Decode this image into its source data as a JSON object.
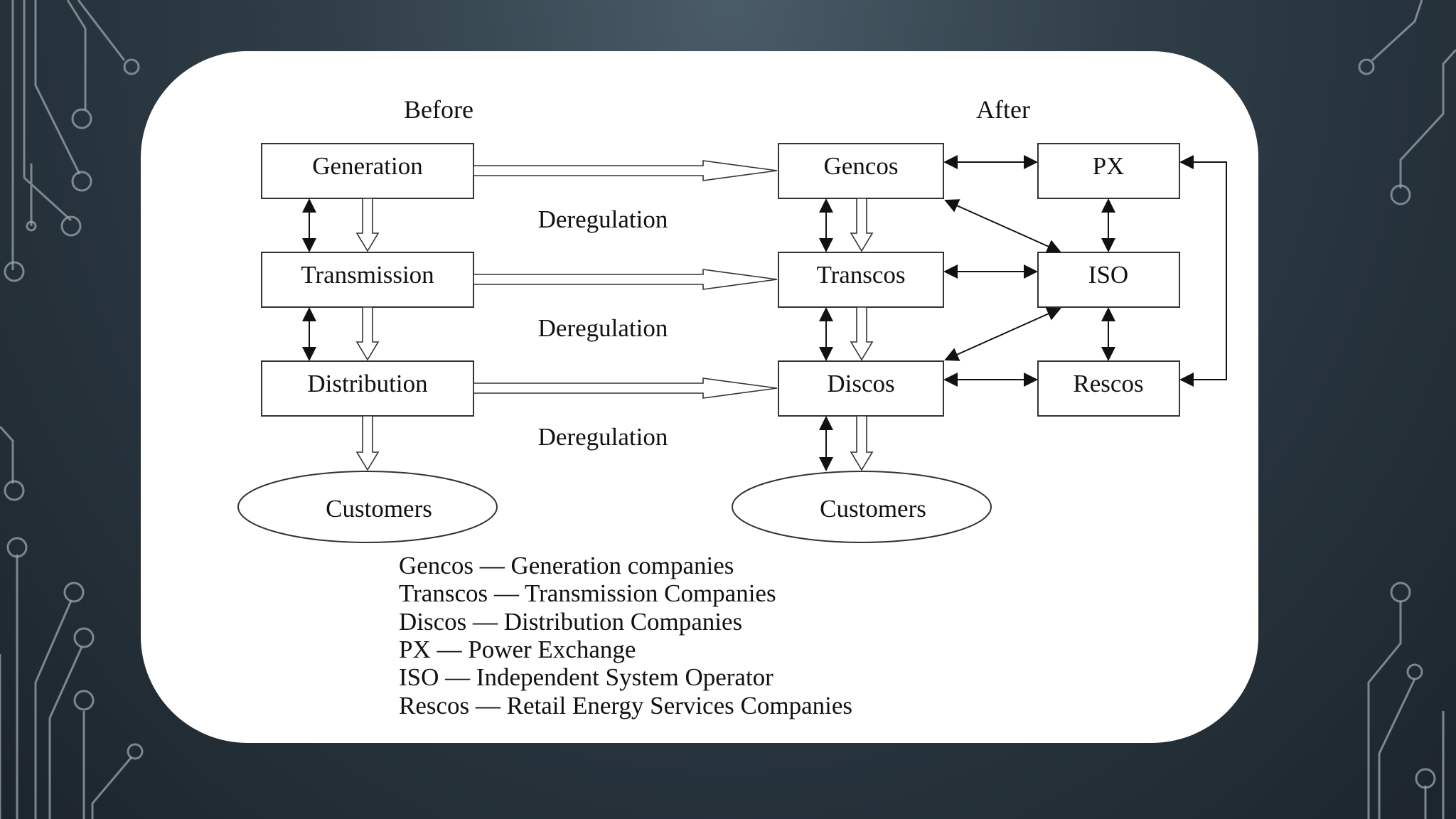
{
  "diagram": {
    "headings": {
      "before": "Before",
      "after": "After"
    },
    "before_nodes": {
      "generation": "Generation",
      "transmission": "Transmission",
      "distribution": "Distribution",
      "customers": "Customers"
    },
    "after_nodes": {
      "gencos": "Gencos",
      "transcos": "Transcos",
      "discos": "Discos",
      "customers": "Customers",
      "px": "PX",
      "iso": "ISO",
      "rescos": "Rescos"
    },
    "transition_labels": [
      "Deregulation",
      "Deregulation",
      "Deregulation"
    ],
    "legend": [
      "Gencos — Generation companies",
      "Transcos — Transmission Companies",
      "Discos — Distribution Companies",
      "PX — Power Exchange",
      "ISO — Independent System Operator",
      "Rescos — Retail Energy Services Companies"
    ]
  }
}
